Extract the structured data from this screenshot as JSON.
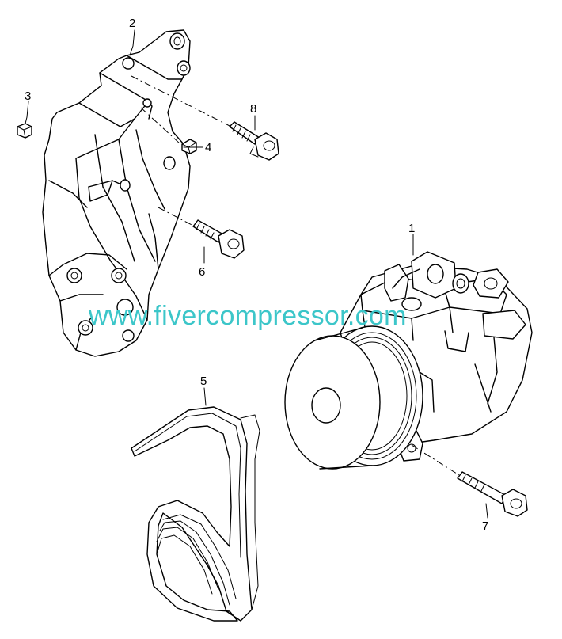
{
  "watermark": "www.fivercompressor.com",
  "callouts": {
    "c1": "1",
    "c2": "2",
    "c3": "3",
    "c4": "4",
    "c5": "5",
    "c6": "6",
    "c7": "7",
    "c8": "8"
  },
  "colors": {
    "watermark": "#3cc6c9",
    "line": "#000000",
    "background": "#ffffff"
  }
}
